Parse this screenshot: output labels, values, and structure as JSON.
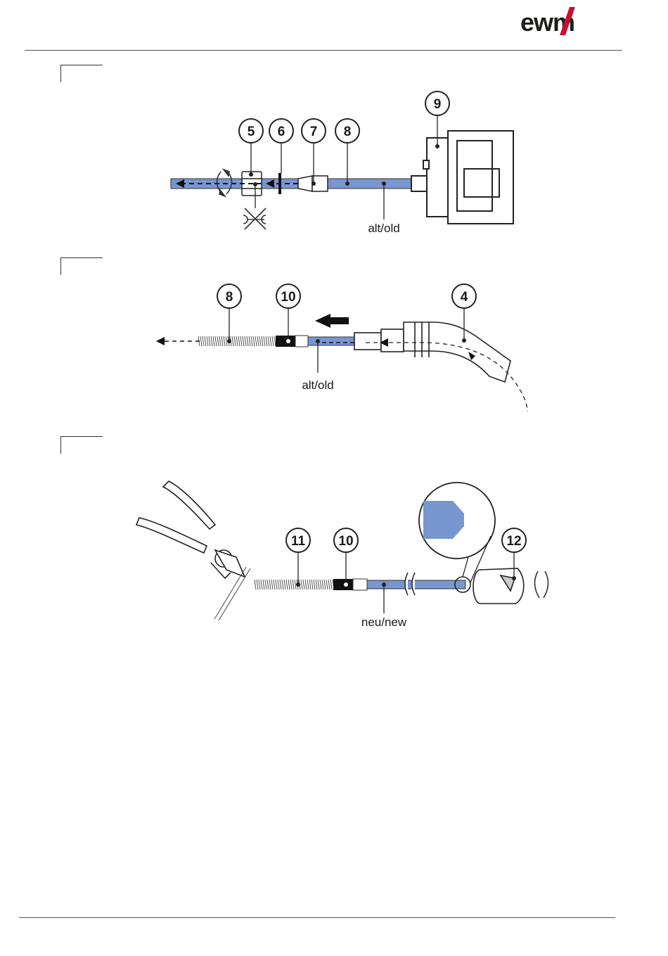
{
  "brand": {
    "name": "ewm",
    "accent": "#c8102e"
  },
  "colors": {
    "liner": "#7896cf",
    "ink": "#222222"
  },
  "figures": {
    "step1": {
      "labels": [
        "5",
        "6",
        "7",
        "8",
        "9"
      ],
      "caption": "alt/old",
      "icons": [
        "rotate-arrows-icon",
        "no-wrench-icon"
      ]
    },
    "step2": {
      "labels": [
        "8",
        "10",
        "4"
      ],
      "caption": "alt/old",
      "icons": [
        "push-arrow-icon"
      ]
    },
    "step3": {
      "labels": [
        "11",
        "10",
        "12"
      ],
      "caption": "neu/new",
      "icons": [
        "side-cutter-icon",
        "rotate-arrows-icon"
      ]
    }
  }
}
